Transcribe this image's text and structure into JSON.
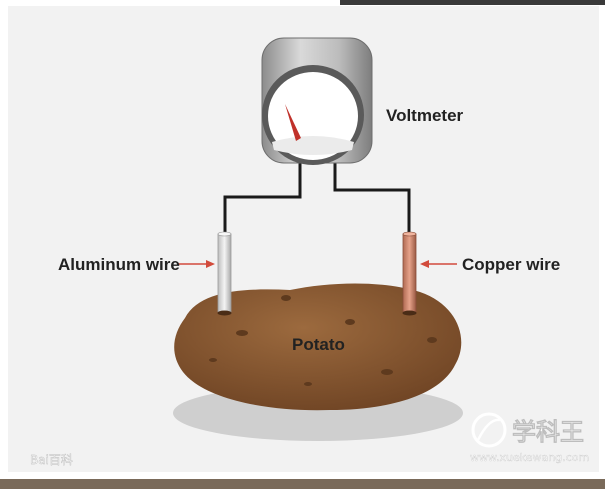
{
  "labels": {
    "voltmeter": "Voltmeter",
    "aluminum_wire": "Aluminum wire",
    "copper_wire": "Copper wire",
    "potato": "Potato"
  },
  "watermarks": {
    "left": "Bai百科",
    "right_cn": "学科王",
    "right_url": "www.xuekewang.com"
  },
  "colors": {
    "background": "#f2f2f2",
    "potato": "#8a5a32",
    "copper": "#c9826a",
    "aluminum": "#e2e2e2",
    "needle": "#c0312a",
    "arrow": "#d24b3c"
  }
}
